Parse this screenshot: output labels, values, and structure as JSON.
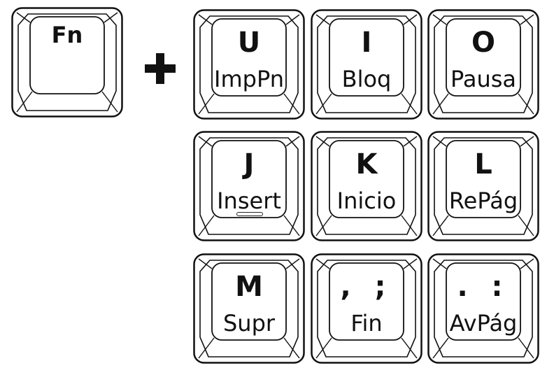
{
  "modifier": {
    "label": "Fn",
    "icon": "plus-icon"
  },
  "keys": [
    {
      "primary": "U",
      "secondary": "ImpPn"
    },
    {
      "primary": "I",
      "secondary": "Bloq"
    },
    {
      "primary": "O",
      "secondary": "Pausa"
    },
    {
      "primary": "J",
      "secondary": "Insert"
    },
    {
      "primary": "K",
      "secondary": "Inicio"
    },
    {
      "primary": "L",
      "secondary": "RePág"
    },
    {
      "primary": "M",
      "secondary": "Supr"
    },
    {
      "primary": ", ;",
      "secondary": "Fin"
    },
    {
      "primary": ". :",
      "secondary": "AvPág"
    }
  ]
}
